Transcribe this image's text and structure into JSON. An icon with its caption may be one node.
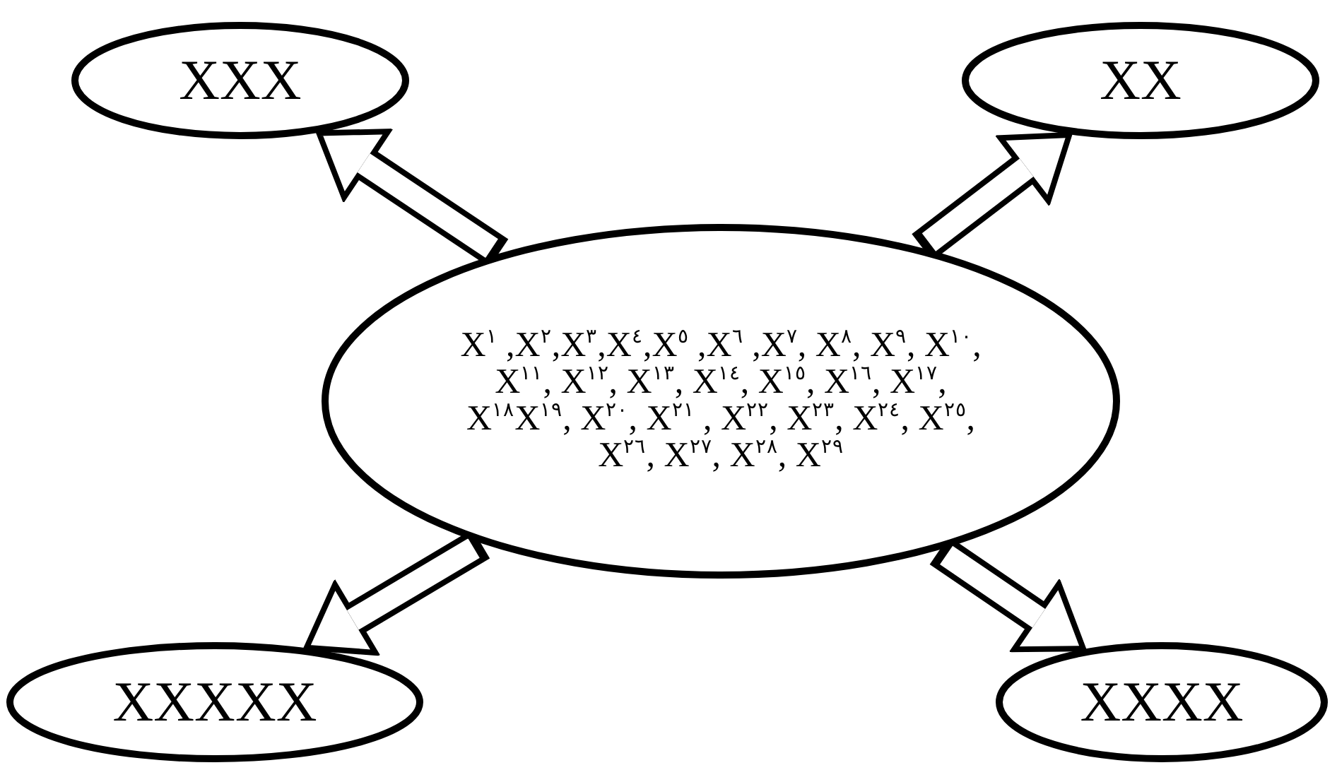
{
  "diagram": {
    "nodes": [
      {
        "text": [
          "X$^{١}$ ,X$^{٢}$,X$^{٣}$,X$^{٤}$,X$^{٥}$ ,X$^{٦}$ ,X$^{٧}$, X$^{٨}$, X$^{٩}$, X$^{١٠}$, X$^{١١}$, X$^{١٢}$, X$^{١٣}$, X$^{١٤}$, X$^{١٥}$, X$^{١٦}$, X$^{١٧}$, X$^{١٨}$X$^{١٩}$, X$^{٢٠}$, X$^{٢١}$ , X$^{٢٢}$, X$^{٢٣}$, X$^{٢٤}$, X$^{٢٥}$, X$^{٢٦}$, X$^{٢٧}$, X$^{٢٨}$, X$^{٢٩}$"
        ]
      },
      {
        "text": [
          "XXX"
        ]
      },
      {
        "text": [
          "XX"
        ]
      },
      {
        "text": [
          "XXXXX"
        ]
      },
      {
        "text": [
          "XXXX"
        ]
      }
    ],
    "edges": [
      {
        "from": 0,
        "to": 1,
        "arrow": "to"
      },
      {
        "from": 0,
        "to": 2,
        "arrow": "to"
      },
      {
        "from": 0,
        "to": 3,
        "arrow": "to"
      },
      {
        "from": 0,
        "to": 4,
        "arrow": "to"
      }
    ]
  }
}
